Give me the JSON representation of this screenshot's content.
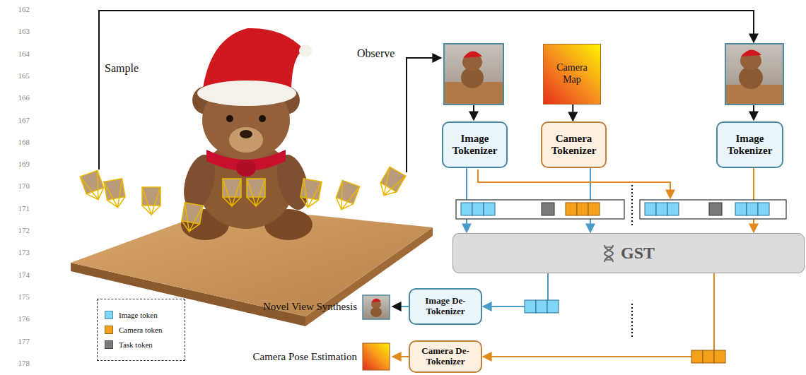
{
  "diagram": {
    "nodes": [
      {
        "text": [
          "Camera Map"
        ]
      },
      {
        "text": [
          "Image Tokenizer"
        ]
      },
      {
        "text": [
          "Camera Tokenizer"
        ]
      },
      {
        "text": [
          "Image Tokenizer"
        ]
      },
      {
        "text": [
          "GST"
        ]
      },
      {
        "text": [
          "Image De-Tokenizer"
        ]
      },
      {
        "text": [
          "Camera De-Tokenizer"
        ]
      }
    ],
    "edges": [
      {
        "from": 0,
        "to": 2,
        "arrow": "to"
      },
      {
        "from": 1,
        "to": 4,
        "arrow": "to"
      },
      {
        "from": 2,
        "to": 4,
        "arrow": "to"
      },
      {
        "from": 3,
        "to": 4,
        "arrow": "to"
      },
      {
        "from": 4,
        "to": 5,
        "arrow": "to"
      },
      {
        "from": 4,
        "to": 6,
        "arrow": "to"
      }
    ],
    "labels": [
      "162",
      "163",
      "164",
      "165",
      "166",
      "167",
      "168",
      "169",
      "170",
      "171",
      "172",
      "173",
      "174",
      "175",
      "176",
      "177",
      "178",
      "Sample",
      "Observe",
      "Novel View Synthesis",
      "Camera Pose Estimation"
    ],
    "legend": [
      {
        "text": "Image token",
        "color": "#7fd6f7"
      },
      {
        "text": "Camera token",
        "color": "#f5a01a"
      },
      {
        "text": "Task token",
        "color": "#7a7a7a"
      }
    ]
  }
}
